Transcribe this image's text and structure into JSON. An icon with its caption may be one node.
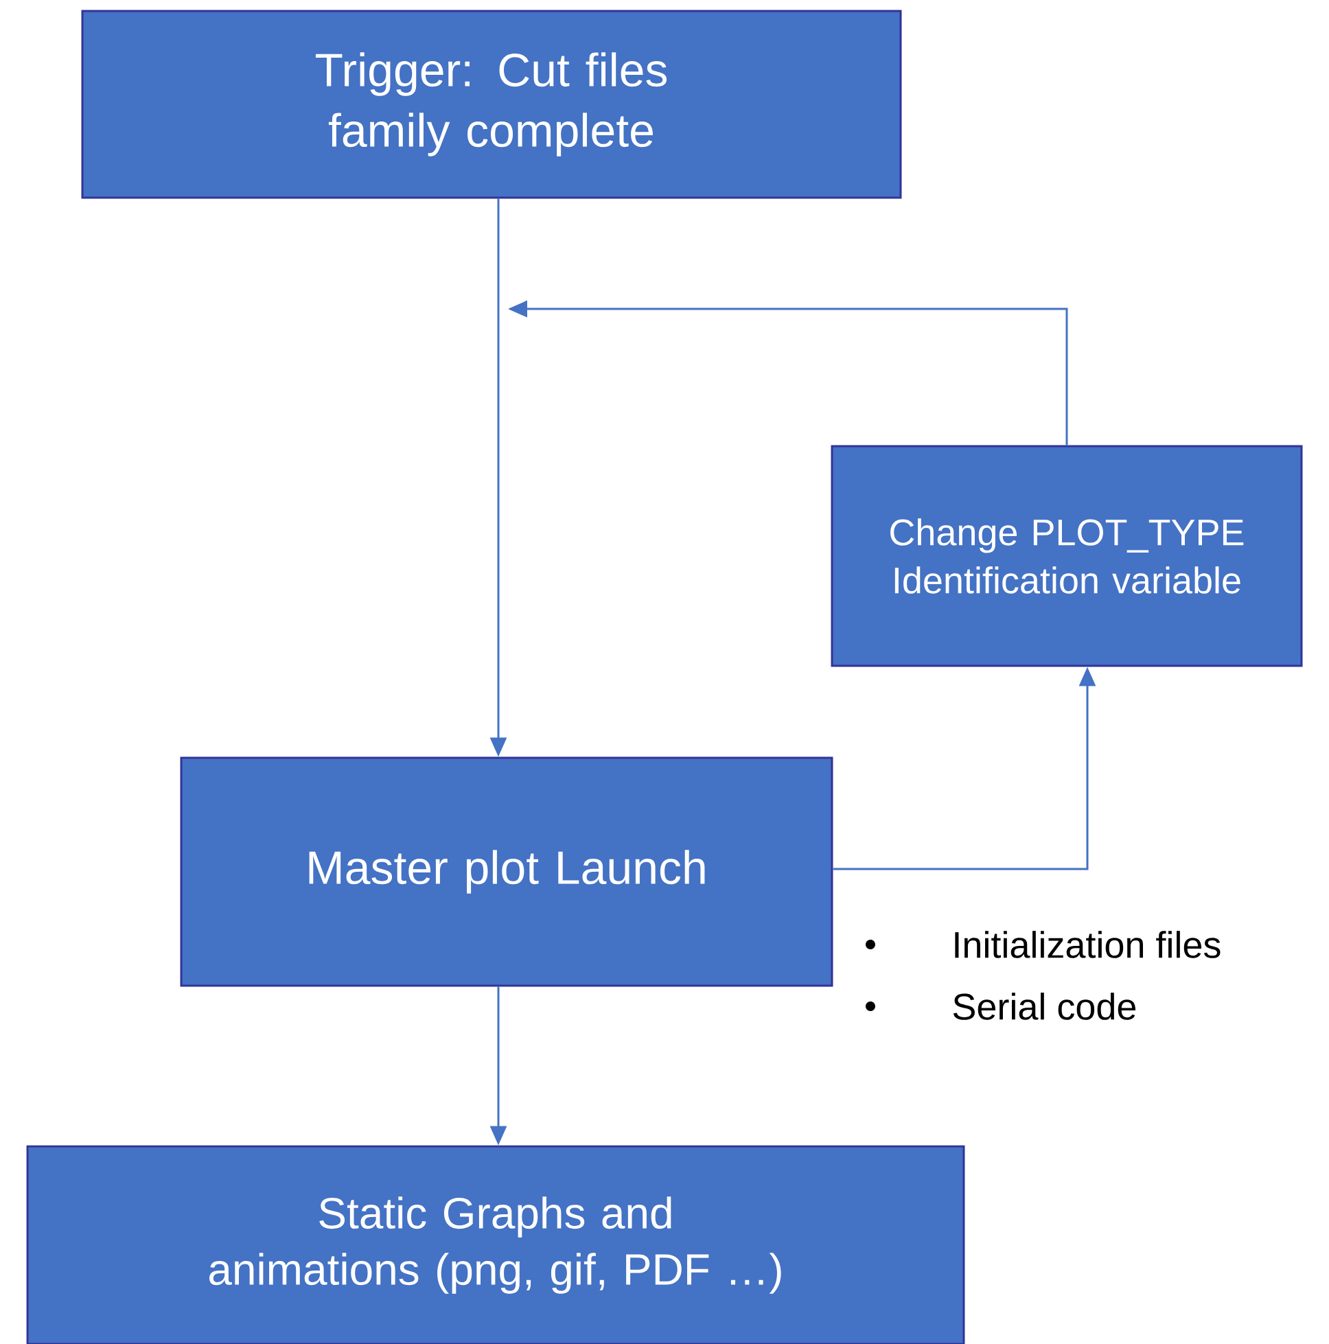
{
  "diagram": {
    "nodes": [
      {
        "text": [
          "Trigger: Cut files family complete"
        ]
      },
      {
        "text": [
          "Change PLOT_TYPE Identification variable"
        ]
      },
      {
        "text": [
          "Master plot Launch"
        ]
      },
      {
        "text": [
          "Static Graphs and animations (png, gif, PDF …)"
        ]
      }
    ],
    "edges": [
      {
        "from": 0,
        "to": 2,
        "arrow": "to"
      },
      {
        "from": 2,
        "to": 1,
        "arrow": "to"
      },
      {
        "from": 1,
        "to": null,
        "arrow": "to"
      },
      {
        "from": 2,
        "to": 3,
        "arrow": "to"
      }
    ],
    "labels": [
      "Initialization files",
      "Serial code"
    ]
  }
}
